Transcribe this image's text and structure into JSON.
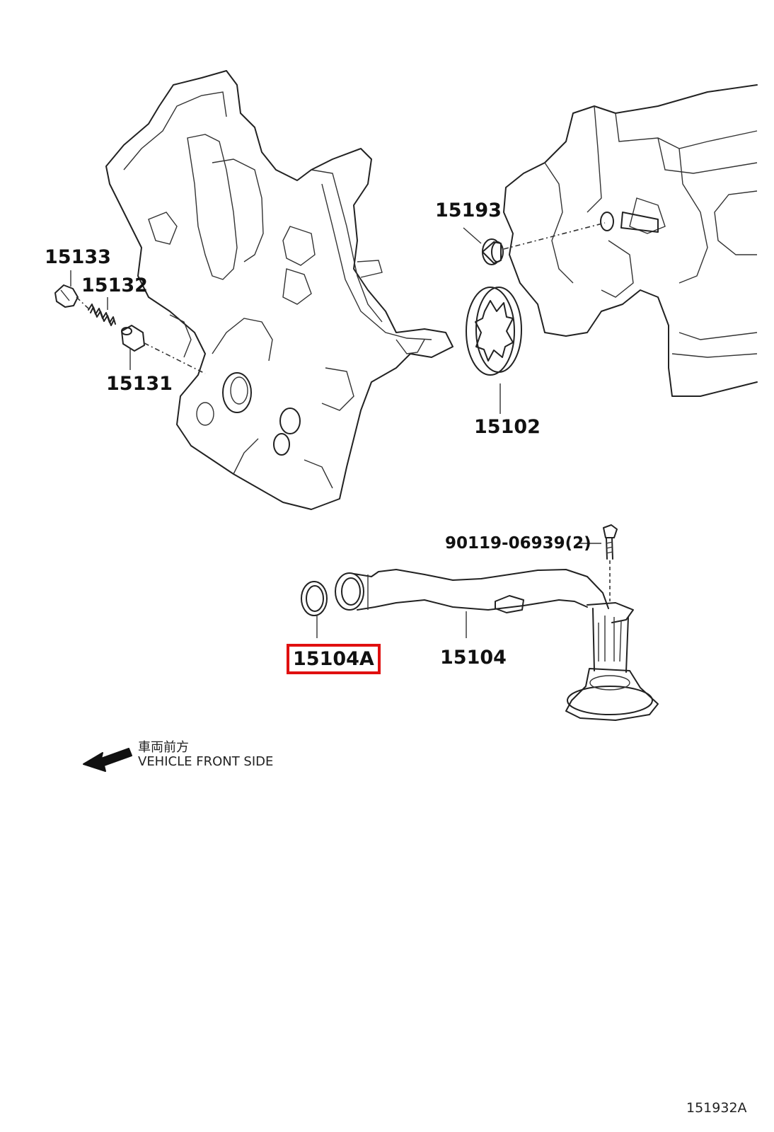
{
  "labels": {
    "p15133": "15133",
    "p15132": "15132",
    "p15131": "15131",
    "p15193": "15193",
    "p15102": "15102",
    "p90119": "90119-06939(2)",
    "p15104A": "15104A",
    "p15104": "15104"
  },
  "direction": {
    "jp": "車両前方",
    "en": "VEHICLE FRONT SIDE"
  },
  "figure_id": "151932A",
  "highlight_color": "#e01010"
}
